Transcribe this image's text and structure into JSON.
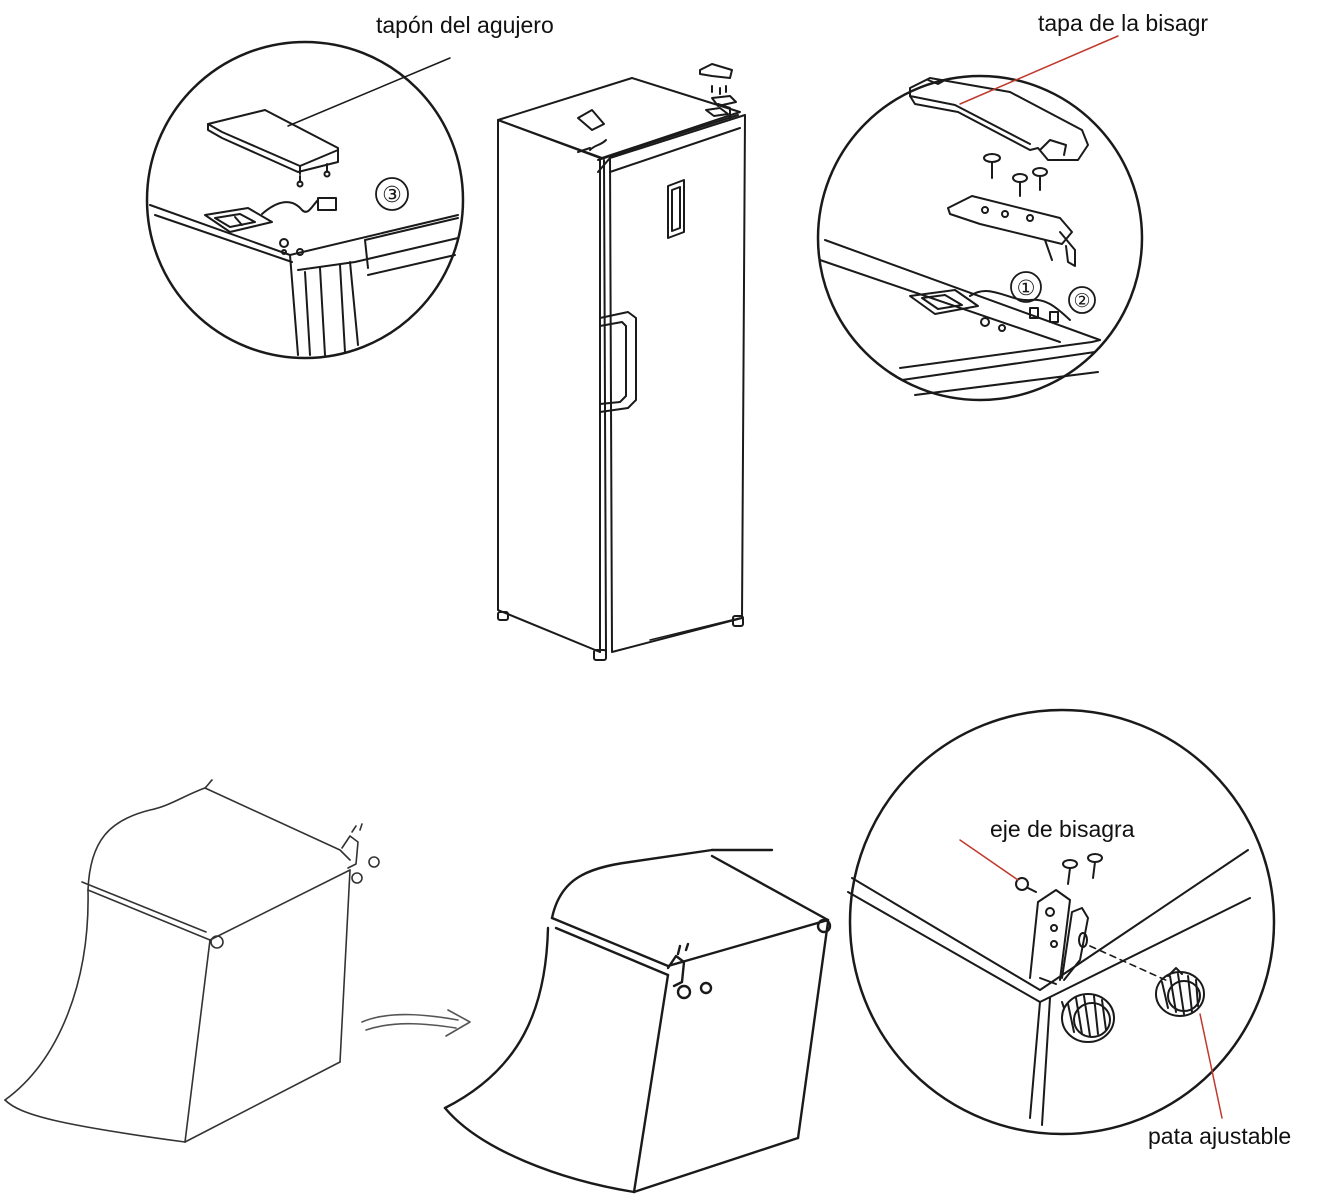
{
  "labels": {
    "hole_plug": "tapón del agujero",
    "hinge_cover": "tapa de la bisagr",
    "hinge_pin": "eje de bisagra",
    "adjustable_foot": "pata ajustable"
  },
  "steps": {
    "step1": "①",
    "step2": "②",
    "step3": "③"
  },
  "colors": {
    "line": "#1a1a1a",
    "leader": "#c0392b",
    "background": "#ffffff"
  }
}
